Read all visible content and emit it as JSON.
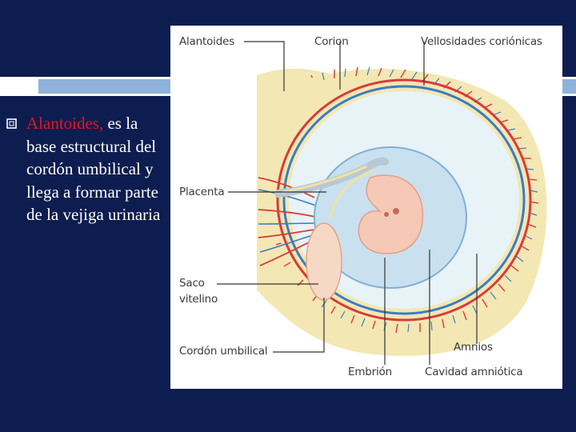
{
  "slide": {
    "bullet": {
      "highlight": "Alantoides,",
      "text": "es la base estructural del cordón umbilical y llega a formar parte de la vejiga urinaria"
    },
    "colors": {
      "background": "#0d1d4f",
      "accent": "#e8141b",
      "stripe": "#8fb2dc"
    }
  },
  "figure": {
    "labels": {
      "alantoides": "Alantoides",
      "corion": "Corion",
      "vellosidades": "Vellosidades coriónicas",
      "placenta": "Placenta",
      "saco_1": "Saco",
      "saco_2": "vitelino",
      "cordon": "Cordón umbilical",
      "amnios": "Amnios",
      "embrion": "Embrión",
      "cavidad": "Cavidad amniótica"
    }
  }
}
